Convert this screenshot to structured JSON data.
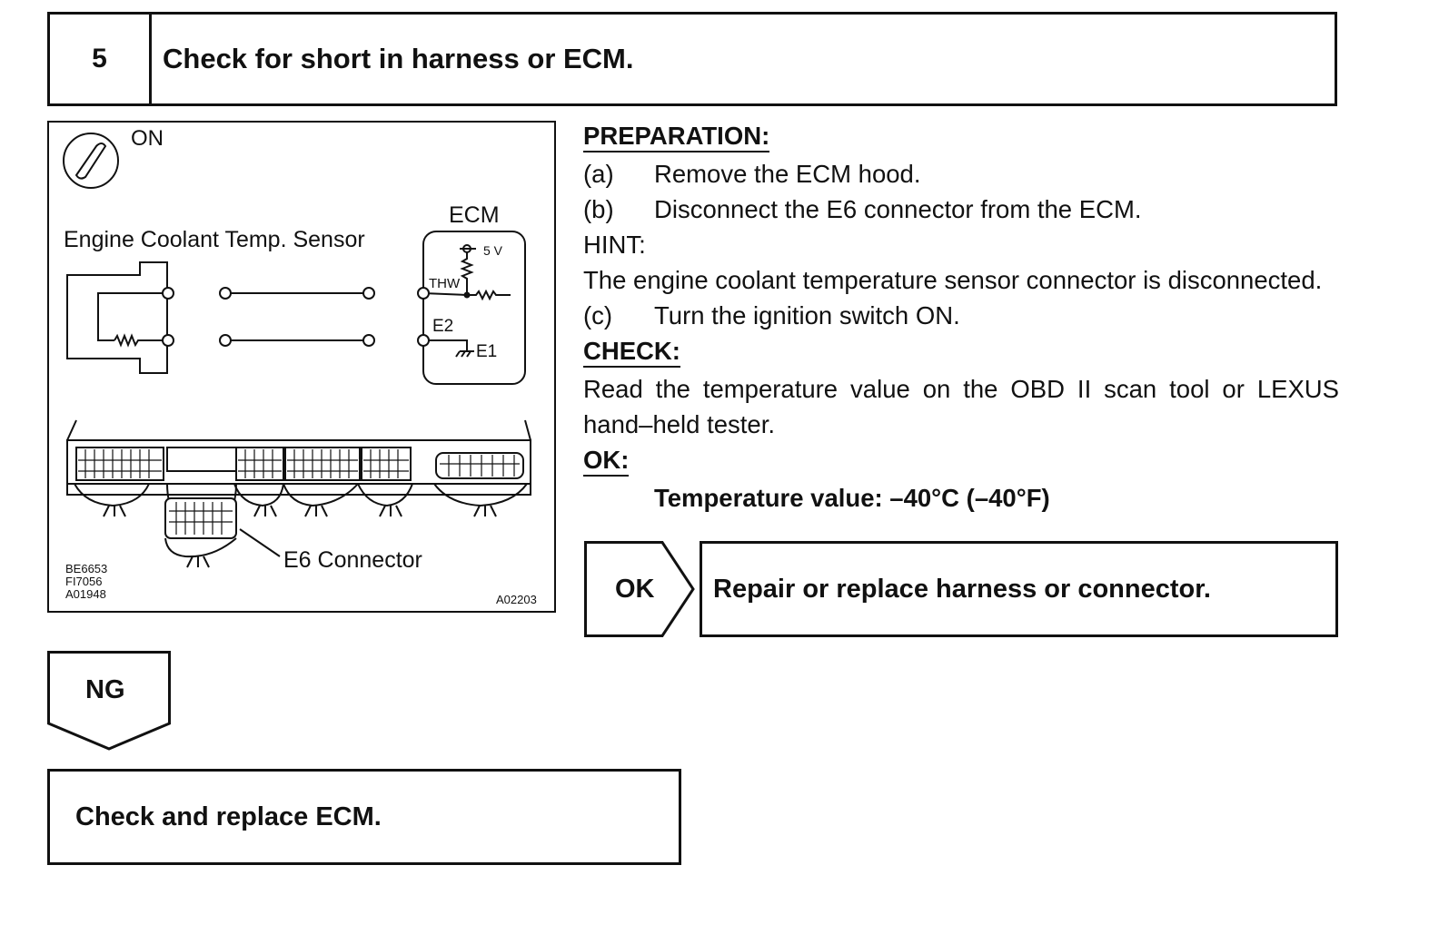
{
  "step": {
    "number": "5",
    "title": "Check for short in harness or ECM."
  },
  "figure": {
    "ignition_label": "ON",
    "sensor_label": "Engine Coolant Temp. Sensor",
    "ecm_label": "ECM",
    "voltage_label": "5 V",
    "thw_label": "THW",
    "e2_label": "E2",
    "e1_label": "E1",
    "connector_label": "E6 Connector",
    "code_1": "BE6653",
    "code_2": "FI7056",
    "code_3": "A01948",
    "figure_id": "A02203"
  },
  "instructions": {
    "preparation_heading": "PREPARATION:",
    "step_a_label": "(a)",
    "step_a_text": "Remove the ECM hood.",
    "step_b_label": "(b)",
    "step_b_text": "Disconnect the E6 connector from the ECM.",
    "hint_heading": "HINT:",
    "hint_text": "The engine coolant temperature sensor connector is disconnected.",
    "step_c_label": "(c)",
    "step_c_text": "Turn the ignition switch ON.",
    "check_heading": "CHECK:",
    "check_text": "Read the temperature value on the OBD II scan tool or LEXUS hand–held tester.",
    "ok_heading": "OK:",
    "ok_spec": "Temperature value: –40°C (–40°F)"
  },
  "results": {
    "ok_label": "OK",
    "ok_action": "Repair or replace harness or connector.",
    "ng_label": "NG",
    "ng_action": "Check and replace ECM."
  }
}
